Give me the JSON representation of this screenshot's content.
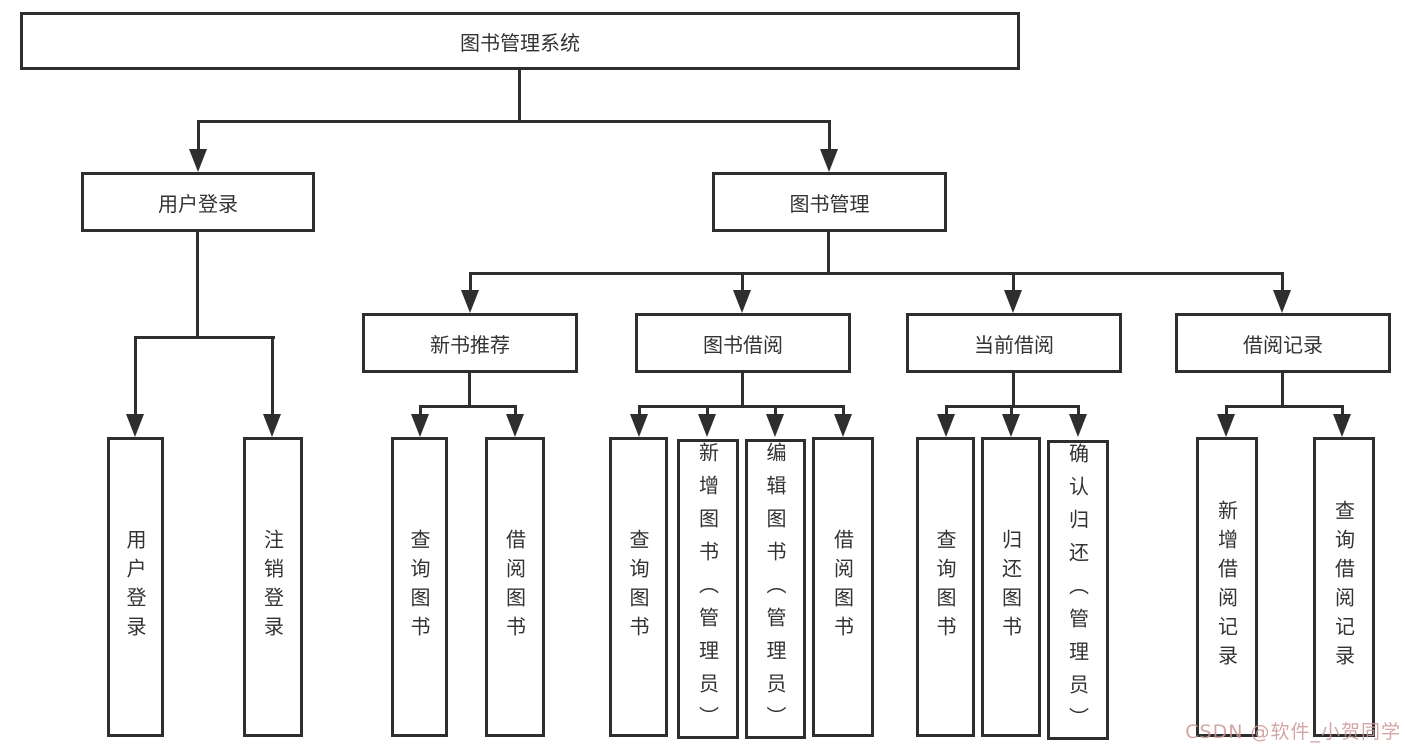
{
  "diagram": {
    "root": {
      "label": "图书管理系统"
    },
    "branches": [
      {
        "label": "用户登录",
        "children": [
          {
            "label": "用户登录"
          },
          {
            "label": "注销登录"
          }
        ]
      },
      {
        "label": "图书管理",
        "children": [
          {
            "label": "新书推荐",
            "children": [
              {
                "label": "查询图书"
              },
              {
                "label": "借阅图书"
              }
            ]
          },
          {
            "label": "图书借阅",
            "children": [
              {
                "label": "查询图书"
              },
              {
                "label": "新增图书（管理员）"
              },
              {
                "label": "编辑图书（管理员）"
              },
              {
                "label": "借阅图书"
              }
            ]
          },
          {
            "label": "当前借阅",
            "children": [
              {
                "label": "查询图书"
              },
              {
                "label": "归还图书"
              },
              {
                "label": "确认归还（管理员）"
              }
            ]
          },
          {
            "label": "借阅记录",
            "children": [
              {
                "label": "新增借阅记录"
              },
              {
                "label": "查询借阅记录"
              }
            ]
          }
        ]
      }
    ]
  },
  "watermark": {
    "text": "CSDN @软件_小贺同学"
  },
  "colors": {
    "line": "#2e2e2e",
    "text": "#333333",
    "box_fill": "#ffffff",
    "watermark": "#cd9696"
  }
}
